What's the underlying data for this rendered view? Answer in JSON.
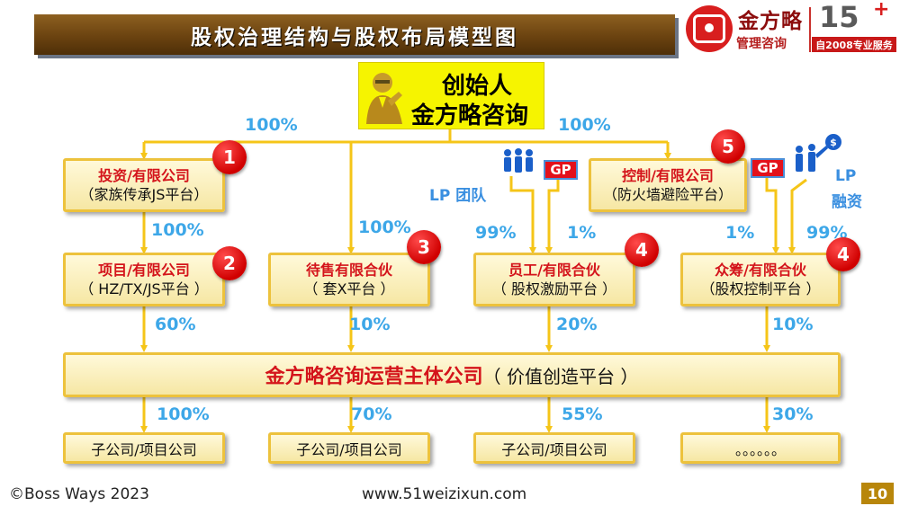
{
  "title": "股权治理结构与股权布局模型图",
  "logo": {
    "brand": "金方略",
    "sub": "管理咨询",
    "years": "15",
    "plus": "+",
    "badge": "自2008专业服务"
  },
  "founder": {
    "title": "创始人",
    "company": "金方略咨询"
  },
  "edges": {
    "founder_left": "100%",
    "founder_right": "100%",
    "invest_to_project": "100%",
    "to_pending": "100%",
    "lp_team_to_staff": "99%",
    "gp_to_staff": "1%",
    "gp_to_crowd": "1%",
    "lp_finance_to_crowd": "99%",
    "project_to_main": "60%",
    "pending_to_main": "10%",
    "staff_to_main": "20%",
    "crowd_to_main": "10%",
    "main_to_sub1": "100%",
    "main_to_sub2": "70%",
    "main_to_sub3": "55%",
    "main_to_sub4": "30%"
  },
  "nodes": {
    "invest": {
      "title": "投资/有限公司",
      "sub": "（家族传承JS平台）",
      "badge": "1"
    },
    "control": {
      "title": "控制/有限公司",
      "sub": "（防火墙避险平台）",
      "badge": "5"
    },
    "project": {
      "title": "项目/有限公司",
      "sub": "（ HZ/TX/JS平台 ）",
      "badge": "2"
    },
    "pending": {
      "title": "待售有限合伙",
      "sub": "（ 套X平台 ）",
      "badge": "3"
    },
    "staff": {
      "title": "员工/有限合伙",
      "sub": "（ 股权激励平台 ）",
      "badge": "4"
    },
    "crowd": {
      "title": "众筹/有限合伙",
      "sub": "（股权控制平台 ）",
      "badge": "4"
    },
    "main": {
      "title": "金方略咨询运营主体公司",
      "sub": "（ 价值创造平台 ）"
    }
  },
  "gp_labels": [
    "GP",
    "GP"
  ],
  "lp_labels": {
    "team": "LP 团队",
    "finance_line1": "LP",
    "finance_line2": "融资"
  },
  "subsidiaries": [
    "子公司/项目公司",
    "子公司/项目公司",
    "子公司/项目公司",
    "。。。。。。"
  ],
  "footer": {
    "copyright": "©Boss Ways 2023",
    "website": "www.51weizixun.com",
    "page": "10"
  },
  "colors": {
    "accent_red": "#d4141b",
    "percent_blue": "#3da7e8",
    "box_border": "#edc23c",
    "arrow": "#f5c518",
    "title_bar": "#6b4310",
    "founder_yellow": "#f6f400"
  }
}
